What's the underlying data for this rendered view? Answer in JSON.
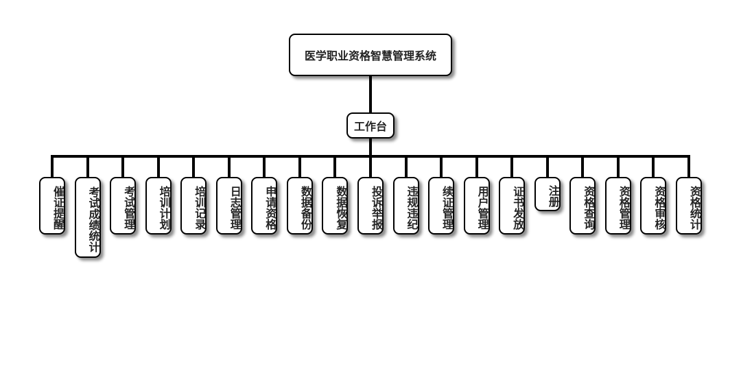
{
  "root": {
    "label": "医学职业资格智慧管理系统"
  },
  "hub": {
    "label": "工作台"
  },
  "modules": [
    "催证提醒",
    "考试成绩统计",
    "考试管理",
    "培训计划",
    "培训记录",
    "日志管理",
    "申请资格",
    "数据备份",
    "数据恢复",
    "投诉举报",
    "违规违纪",
    "续证管理",
    "用户管理",
    "证书发放",
    "注册",
    "资格查询",
    "资格管理",
    "资格审核",
    "资格统计"
  ]
}
